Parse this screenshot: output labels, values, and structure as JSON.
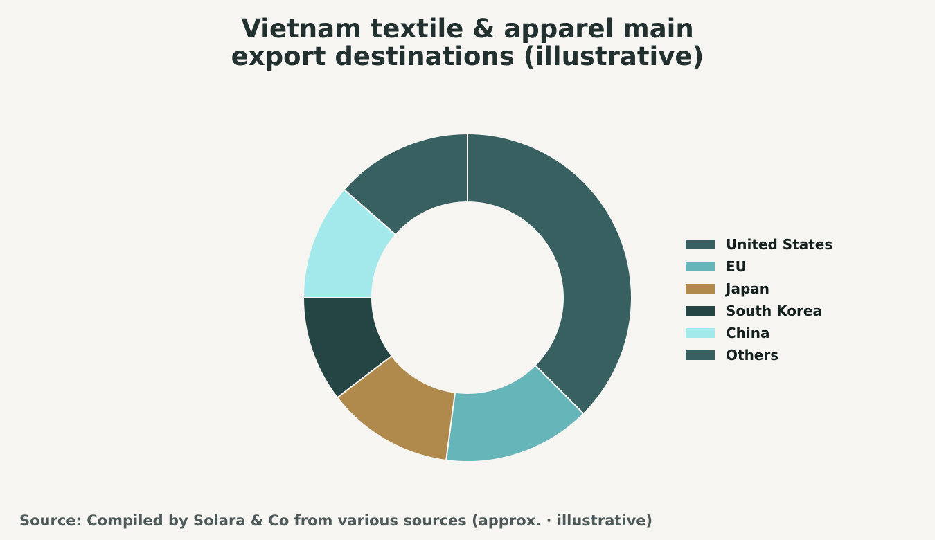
{
  "chart_data": {
    "type": "pie",
    "variant": "donut",
    "title_lines": [
      "Vietnam textile & apparel main",
      "export destinations (illustrative)"
    ],
    "categories": [
      "United States",
      "EU",
      "Japan",
      "South Korea",
      "China",
      "Others"
    ],
    "values": [
      36,
      14,
      12,
      10,
      11,
      13
    ],
    "unit": "%",
    "colors": [
      "#386060",
      "#66b5b9",
      "#b0894d",
      "#244544",
      "#a3e9ec",
      "#386060"
    ],
    "legend_position": "right",
    "source": "Source: Compiled by Solara & Co from various sources (approx. · illustrative)"
  }
}
